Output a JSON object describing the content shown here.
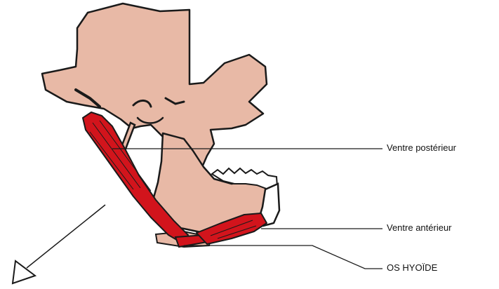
{
  "labels": {
    "posterior_belly": "Ventre postérieur",
    "anterior_belly": "Ventre antérieur",
    "hyoid_bone": "OS HYOÏDE"
  },
  "colors": {
    "bone": "#e8b9a6",
    "muscle": "#d2141c",
    "outline": "#1a1a1a",
    "background": "#ffffff"
  },
  "icons": {
    "direction_arrow": "open-arrow-down-left"
  }
}
